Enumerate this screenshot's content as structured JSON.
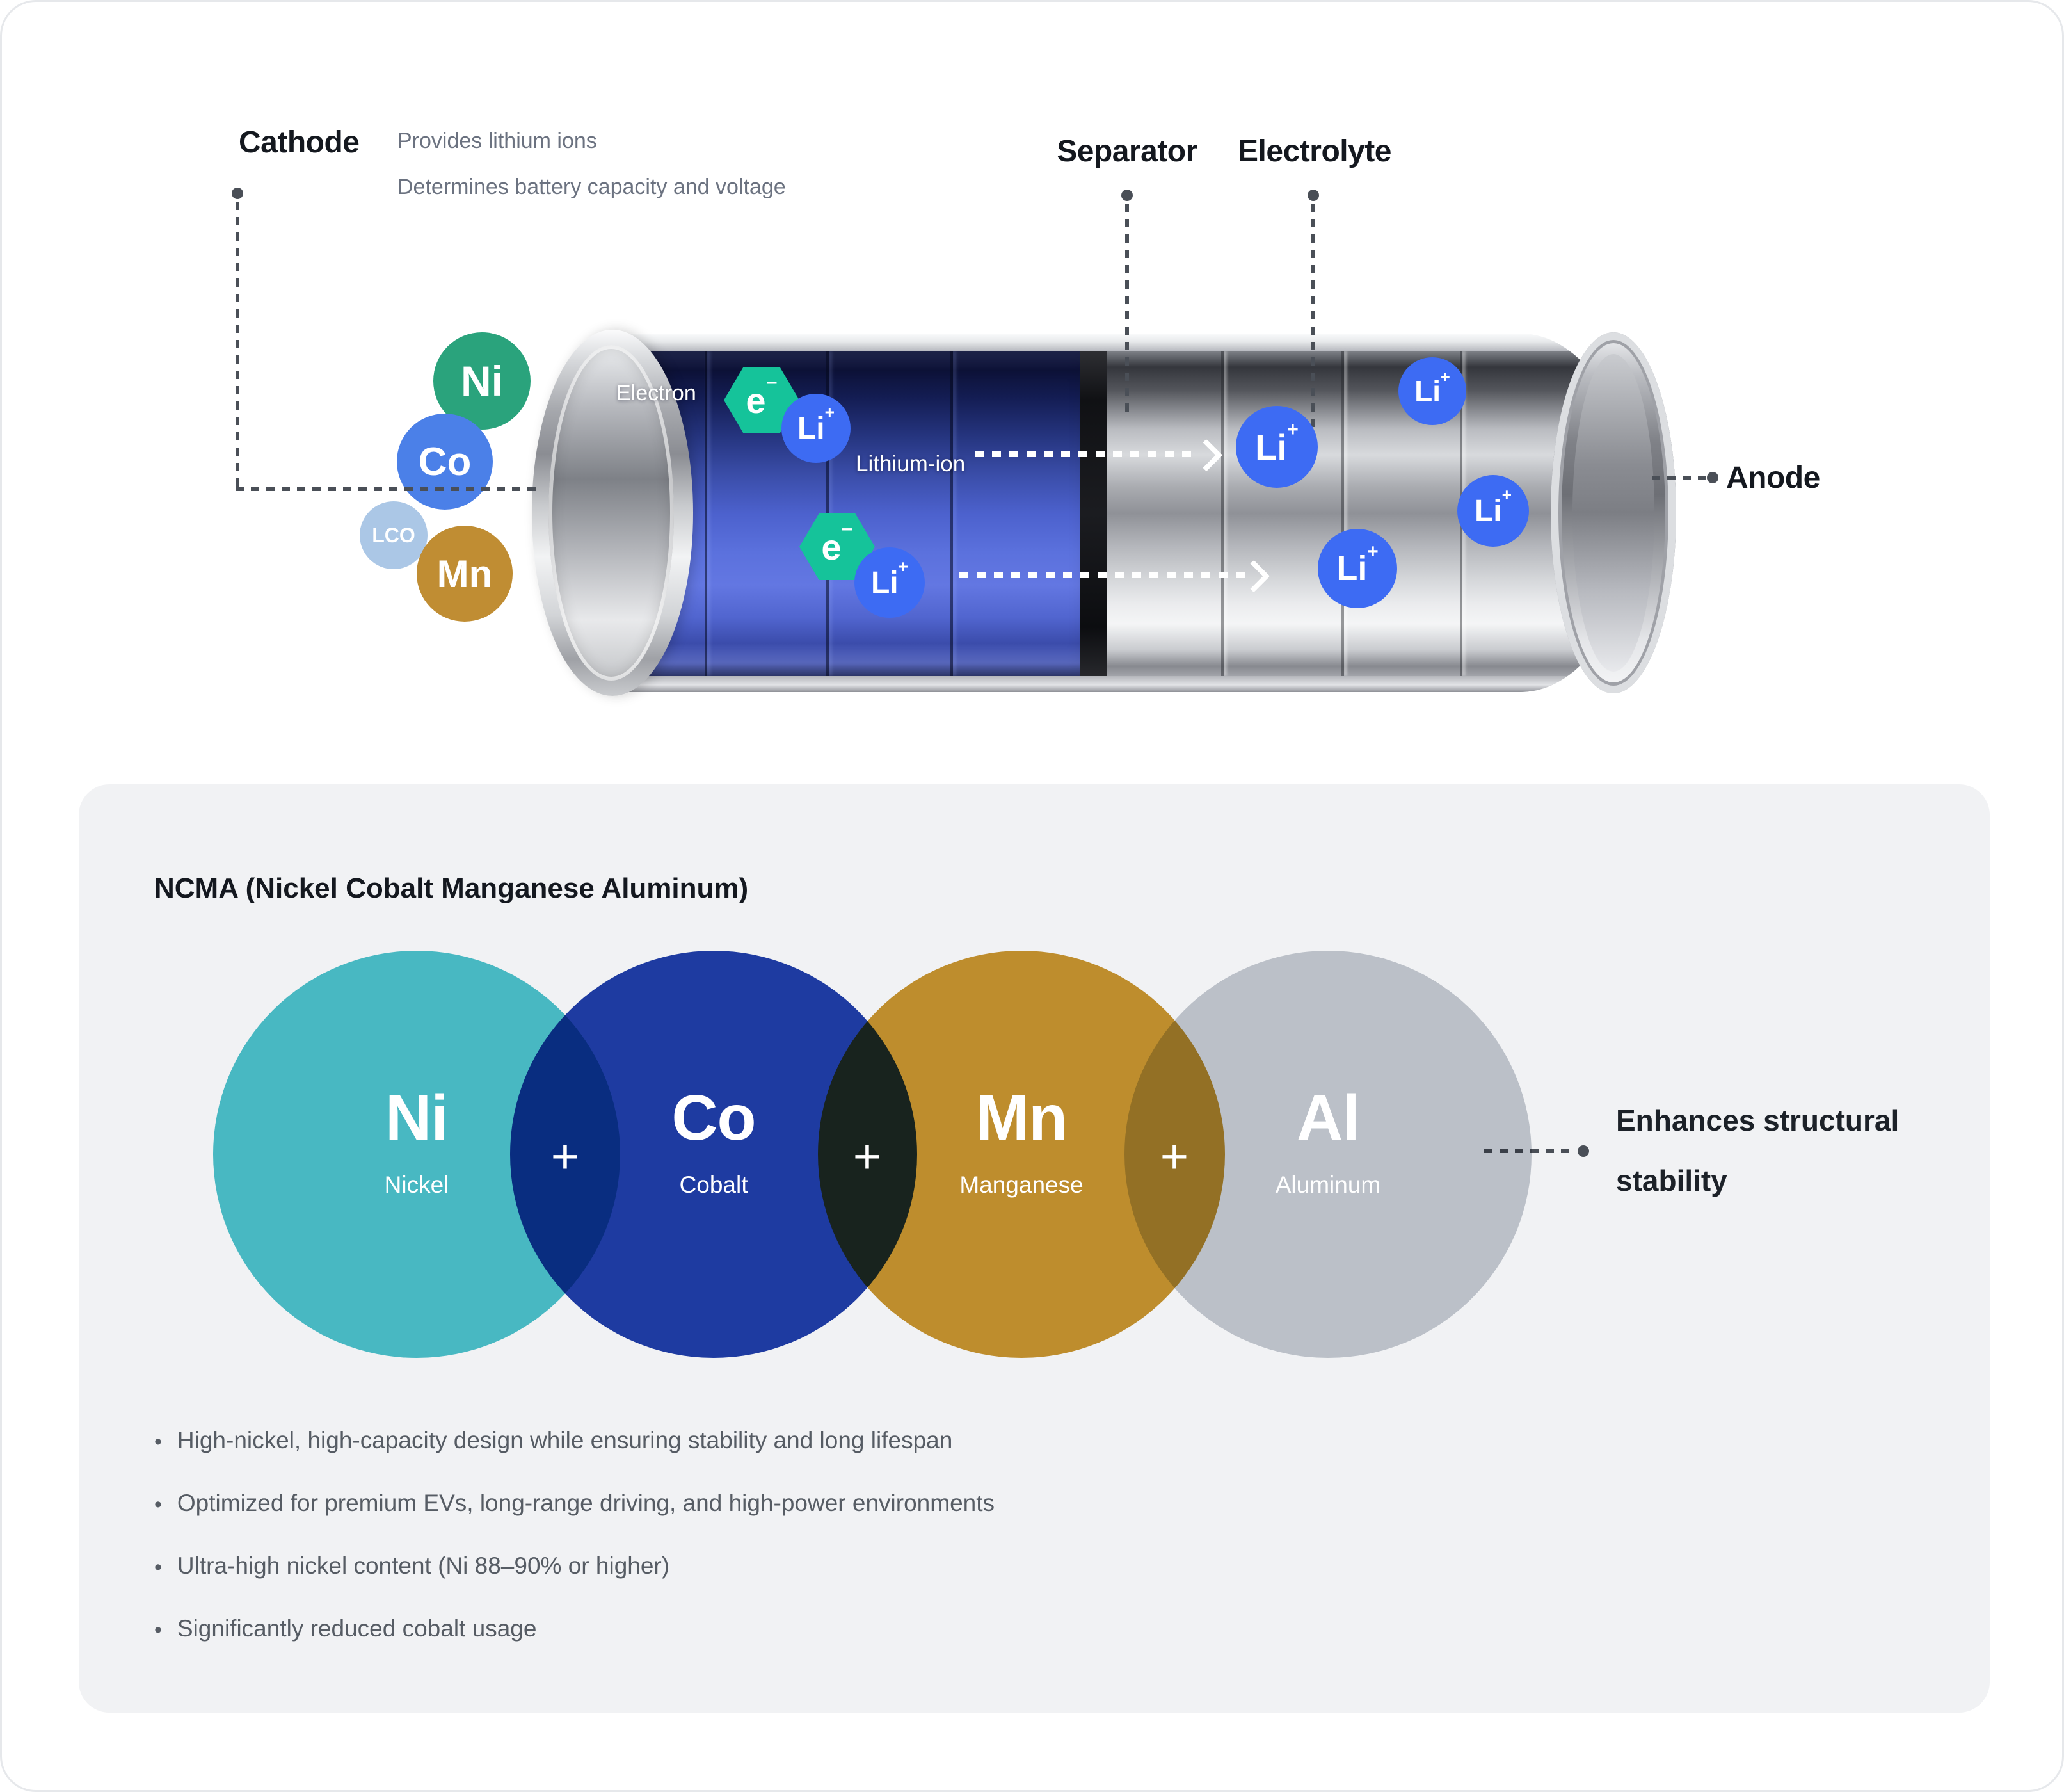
{
  "hero": {
    "cathode": {
      "title": "Cathode",
      "line1": "Provides lithium ions",
      "line2": "Determines battery capacity and voltage"
    },
    "separator_title": "Separator",
    "electrolyte_title": "Electrolyte",
    "anode_title": "Anode",
    "materials": [
      {
        "symbol": "Ni",
        "color": "#2aa37c"
      },
      {
        "symbol": "Co",
        "color": "#4b80e8"
      },
      {
        "symbol": "LCO",
        "color": "#abc7e6"
      },
      {
        "symbol": "Mn",
        "color": "#c08d33"
      }
    ],
    "electron_label": "Electron",
    "lithium_label": "Lithium-ion",
    "electron": {
      "symbol": "e",
      "charge": "−"
    },
    "lithium": {
      "symbol": "Li",
      "charge": "+"
    }
  },
  "ncma": {
    "title": "NCMA (Nickel Cobalt Manganese Aluminum)",
    "plus": "+",
    "elements": [
      {
        "symbol": "Ni",
        "name": "Nickel",
        "color": "#4cc2cb"
      },
      {
        "symbol": "Co",
        "name": "Cobalt",
        "color": "#1f3ea8"
      },
      {
        "symbol": "Mn",
        "name": "Manganese",
        "color": "#c9952f"
      },
      {
        "symbol": "Al",
        "name": "Aluminum",
        "color": "#c6cbd1"
      }
    ],
    "annotation": {
      "line1": "Enhances structural",
      "line2": "stability"
    },
    "bullets": [
      "High-nickel, high-capacity design while ensuring stability and long lifespan",
      "Optimized for premium EVs, long-range driving, and high-power environments",
      "Ultra-high nickel content (Ni 88–90% or higher)",
      "Significantly reduced cobalt usage"
    ]
  },
  "colors": {
    "panel_bg": "#f1f2f4",
    "electron_teal": "#15c39a",
    "ion_blue": "#3d6bf3",
    "cathode_blue": "#4c61cd",
    "separator_black": "#17181c",
    "text_dark": "#14181f",
    "text_gray": "#6b7280",
    "bullet_gray": "#565c64"
  }
}
